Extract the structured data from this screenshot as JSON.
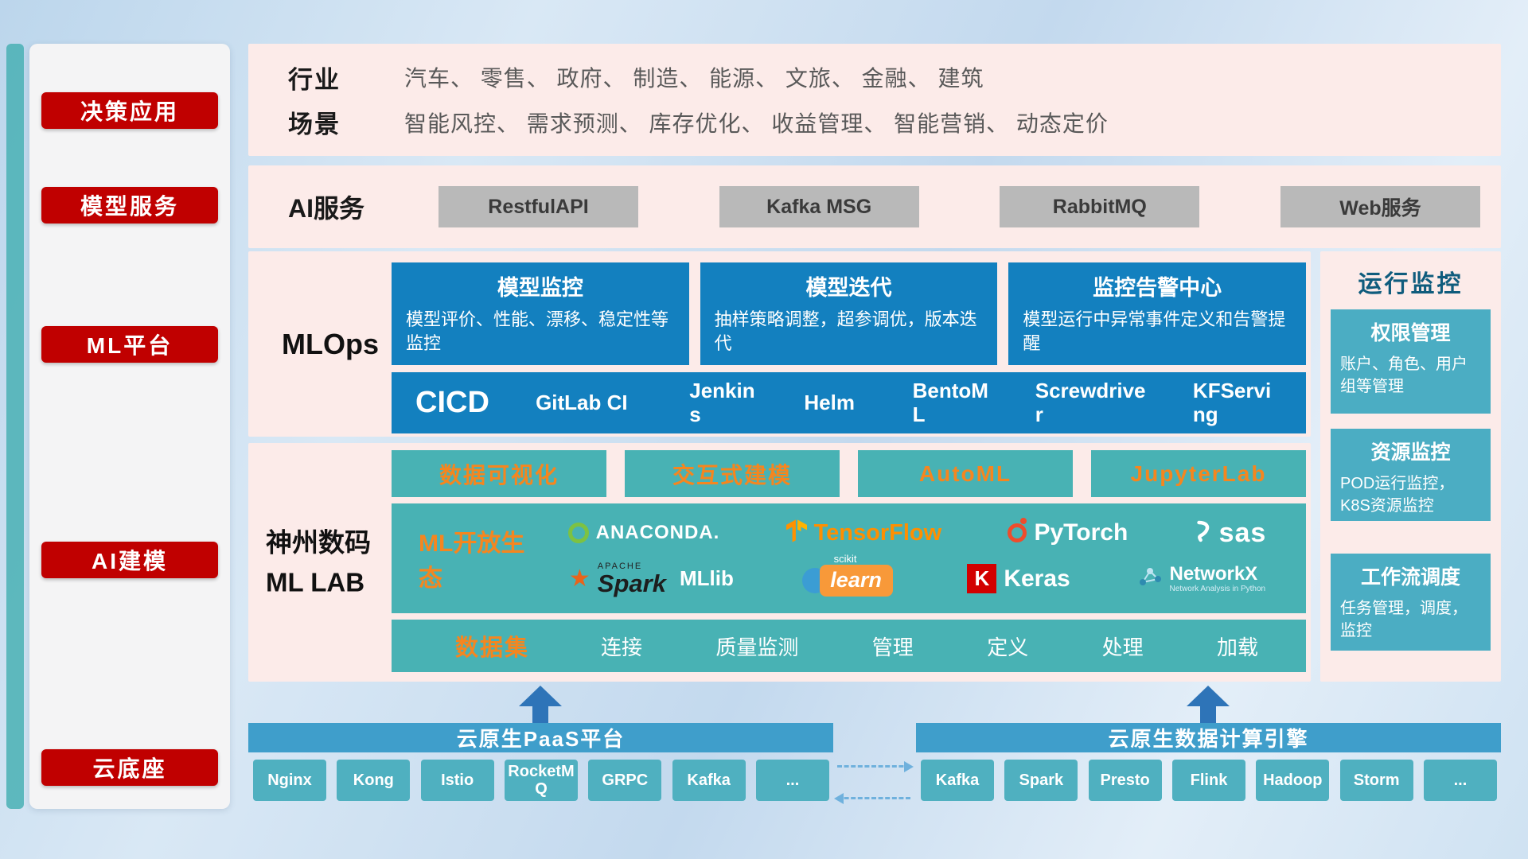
{
  "colors": {
    "accent_red": "#c00000",
    "panel_pink": "#fcebe9",
    "box_blue": "#1380bf",
    "teal": "#48b2b4",
    "teal_blue": "#4badc3",
    "bar_blue": "#3f9ecb",
    "orange_text": "#f5861f",
    "arrow_blue": "#2e74b8"
  },
  "sidebar": {
    "items": [
      {
        "label": "决策应用"
      },
      {
        "label": "模型服务"
      },
      {
        "label": "ML平台"
      },
      {
        "label": "AI建模"
      },
      {
        "label": "云底座"
      }
    ]
  },
  "industry_panel": {
    "rows": [
      {
        "label": "行业",
        "text": "汽车、 零售、 政府、 制造、 能源、 文旅、 金融、 建筑"
      },
      {
        "label": "场景",
        "text": "智能风控、 需求预测、 库存优化、 收益管理、 智能营销、 动态定价"
      }
    ]
  },
  "ai_service_panel": {
    "label": "AI服务",
    "buttons": [
      {
        "label": "RestfulAPI"
      },
      {
        "label": "Kafka MSG"
      },
      {
        "label": "RabbitMQ"
      },
      {
        "label": "Web服务"
      }
    ]
  },
  "mlops_panel": {
    "label": "MLOps",
    "cards": [
      {
        "title": "模型监控",
        "desc": "模型评价、性能、漂移、稳定性等监控"
      },
      {
        "title": "模型迭代",
        "desc": "抽样策略调整，超参调优，版本迭代"
      },
      {
        "title": "监控告警中心",
        "desc": "模型运行中异常事件定义和告警提醒"
      }
    ],
    "cicd": {
      "label": "CICD",
      "tools": [
        {
          "label": "GitLab CI"
        },
        {
          "label": "Jenkins"
        },
        {
          "label": "Helm"
        },
        {
          "label": "BentoML"
        },
        {
          "label": "Screwdriver"
        },
        {
          "label": "KFServing"
        }
      ]
    }
  },
  "mllab_panel": {
    "label_line1": "神州数码",
    "label_line2": "ML LAB",
    "features": [
      {
        "label": "数据可视化"
      },
      {
        "label": "交互式建模"
      },
      {
        "label": "AutoML"
      },
      {
        "label": "JupyterLab"
      }
    ],
    "ecosystem_label": "ML开放生态",
    "logos": {
      "anaconda": "ANACONDA.",
      "tensorflow": "TensorFlow",
      "pytorch": "PyTorch",
      "sas": "sas",
      "spark_small": "APACHE",
      "spark": "Spark",
      "mllib": "MLlib",
      "sklearn_small": "scikit",
      "sklearn": "learn",
      "keras_k": "K",
      "keras": "Keras",
      "networkx": "NetworkX",
      "networkx_sub": "Network Analysis in Python"
    },
    "dataset": {
      "label": "数据集",
      "items": [
        {
          "label": "连接"
        },
        {
          "label": "质量监测"
        },
        {
          "label": "管理"
        },
        {
          "label": "定义"
        },
        {
          "label": "处理"
        },
        {
          "label": "加载"
        }
      ]
    }
  },
  "monitoring_panel": {
    "title": "运行监控",
    "cards": [
      {
        "title": "权限管理",
        "desc": "账户、角色、用户组等管理"
      },
      {
        "title": "资源监控",
        "desc": "POD运行监控，K8S资源监控"
      },
      {
        "title": "工作流调度",
        "desc": "任务管理，调度，监控"
      }
    ]
  },
  "cloud_section": {
    "paas": {
      "title": "云原生PaaS平台",
      "chips": [
        {
          "label": "Nginx"
        },
        {
          "label": "Kong"
        },
        {
          "label": "Istio"
        },
        {
          "label": "RocketMQ"
        },
        {
          "label": "GRPC"
        },
        {
          "label": "Kafka"
        },
        {
          "label": "..."
        }
      ]
    },
    "engine": {
      "title": "云原生数据计算引擎",
      "chips": [
        {
          "label": "Kafka"
        },
        {
          "label": "Spark"
        },
        {
          "label": "Presto"
        },
        {
          "label": "Flink"
        },
        {
          "label": "Hadoop"
        },
        {
          "label": "Storm"
        },
        {
          "label": "..."
        }
      ]
    }
  }
}
